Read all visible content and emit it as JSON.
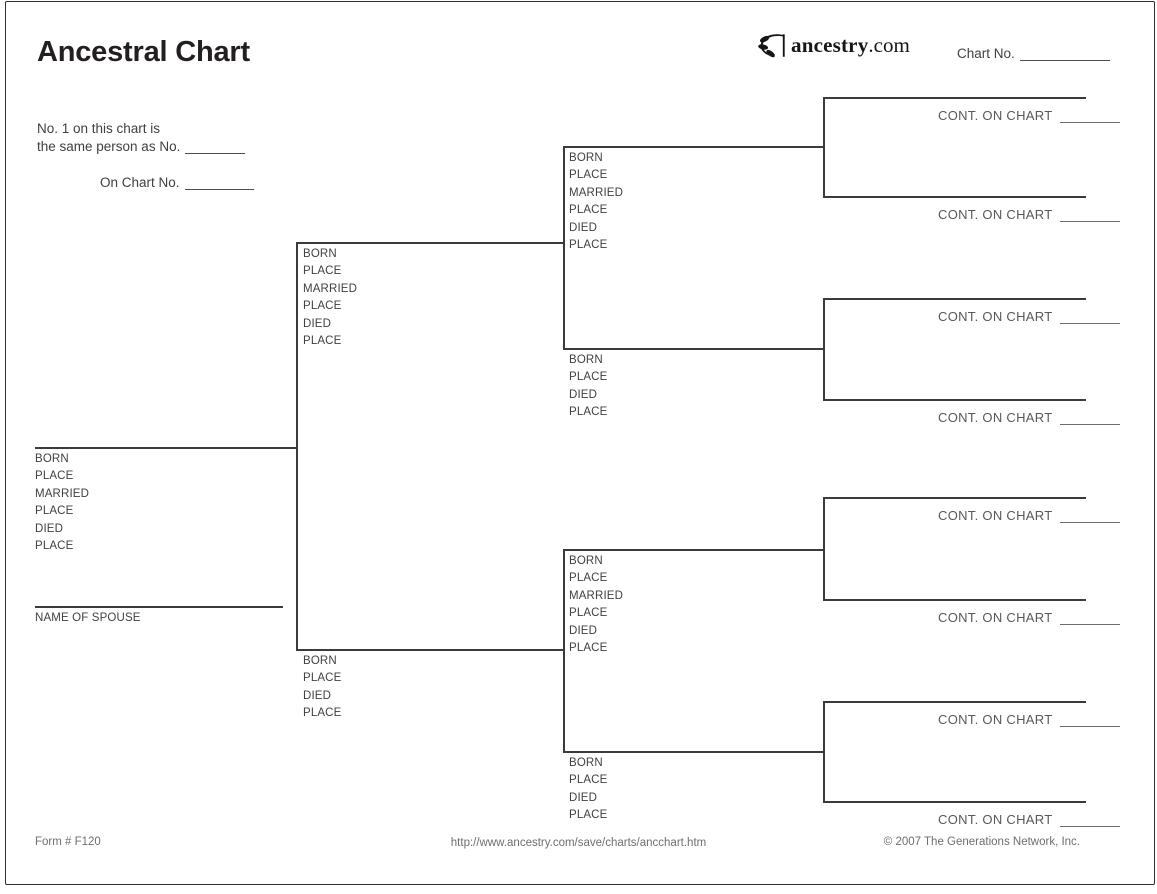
{
  "header": {
    "title": "Ancestral Chart",
    "logo": {
      "icon": "leaf-branch-icon",
      "brand": "ancestry",
      "suffix": ".com"
    },
    "chart_no_label": "Chart No."
  },
  "intro": {
    "line1": "No. 1 on this chart is",
    "line2": "the same person as No.",
    "line3": "On Chart No."
  },
  "tree": {
    "labels_full": [
      "BORN",
      "PLACE",
      "MARRIED",
      "PLACE",
      "DIED",
      "PLACE"
    ],
    "labels_short": [
      "BORN",
      "PLACE",
      "DIED",
      "PLACE"
    ],
    "spouse_label": "NAME OF SPOUSE",
    "cont_label": "CONT. ON CHART"
  },
  "footer": {
    "form_number": "Form # F120",
    "url": "http://www.ancestry.com/save/charts/ancchart.htm",
    "copyright": "© 2007 The Generations Network, Inc."
  },
  "colors": {
    "line": "#3b3b3b",
    "label_text": "#414042",
    "muted_text": "#58595b",
    "title_text": "#231f20"
  }
}
